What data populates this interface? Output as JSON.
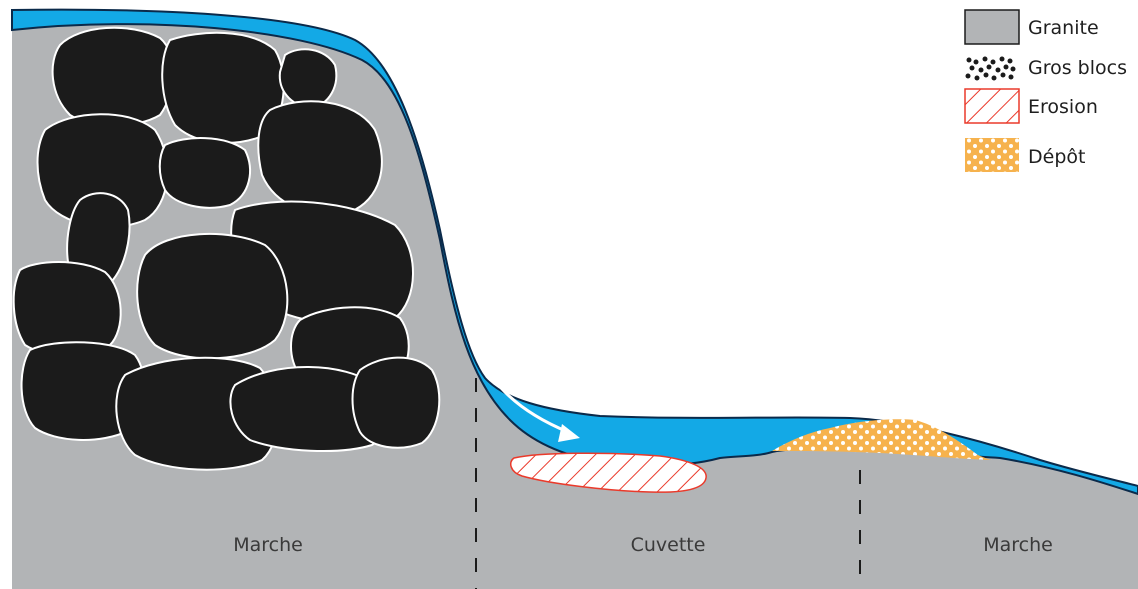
{
  "legend": {
    "granite": "Granite",
    "blocks": "Gros blocs",
    "erosion": "Erosion",
    "deposit": "Dépôt"
  },
  "zones": {
    "left": "Marche",
    "middle": "Cuvette",
    "right": "Marche"
  },
  "colors": {
    "granite": "#b2b4b6",
    "water": "#13a9e6",
    "water_edge": "#0b2a4a",
    "blocks": "#1b1b1b",
    "erosion": "#ea3a2b",
    "deposit": "#f6b24d",
    "flow_arrow": "#ffffff"
  }
}
